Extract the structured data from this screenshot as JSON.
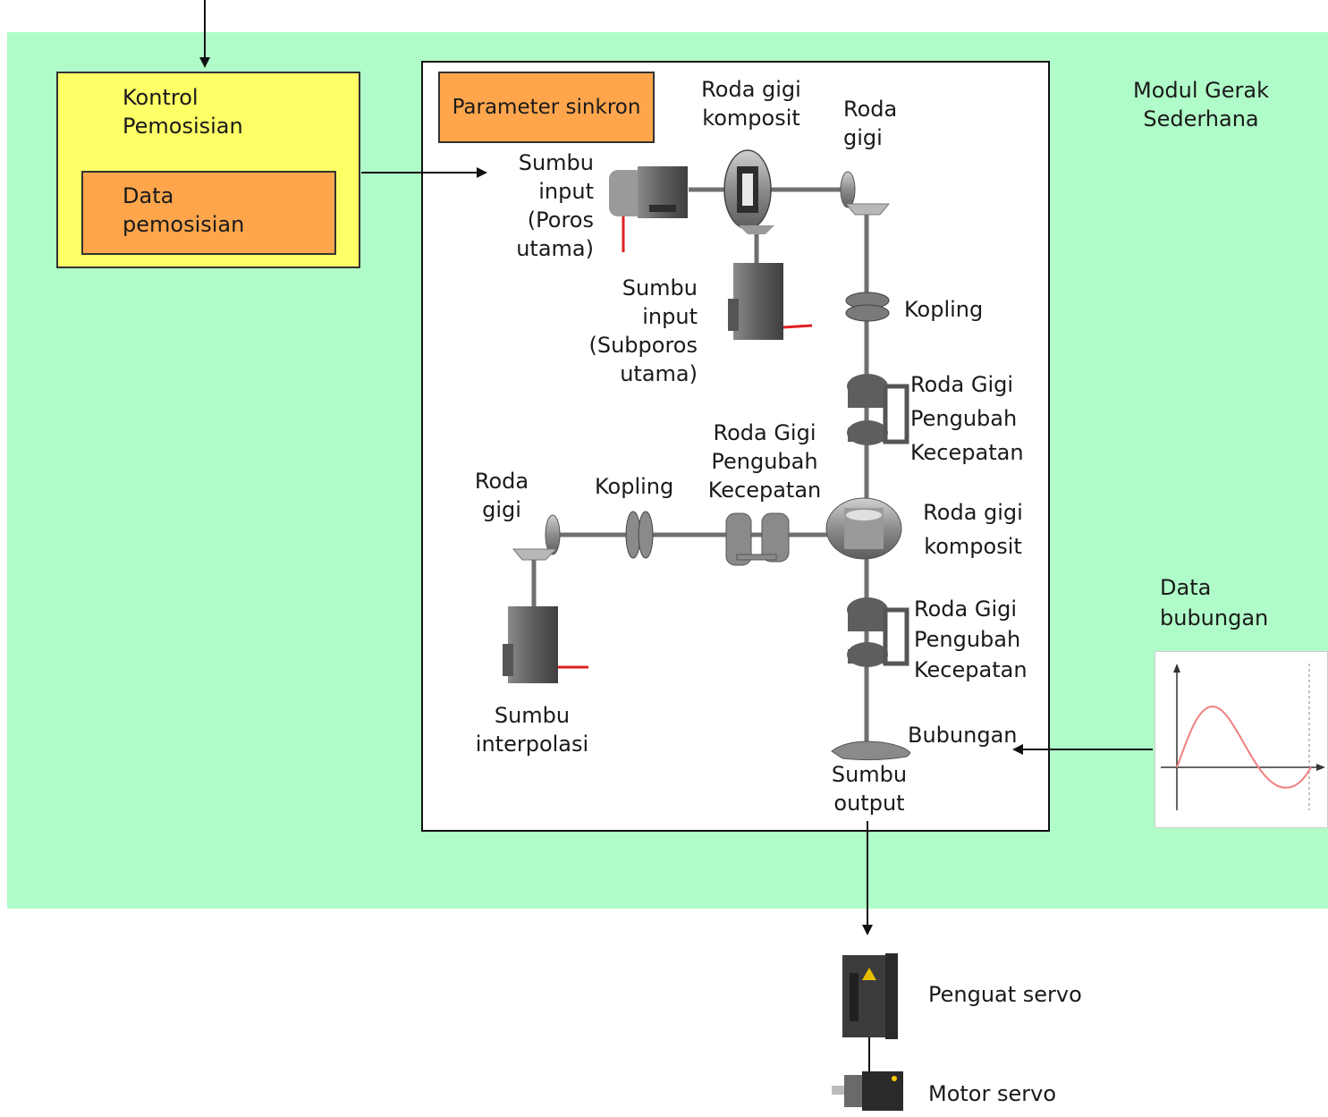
{
  "module": {
    "title": "Modul Gerak\nSederhana"
  },
  "positioning_control": {
    "title": "Kontrol\nPemosisian",
    "data_label": "Data\npemosisian"
  },
  "synchronous": {
    "parameter_label": "Parameter sinkron"
  },
  "labels": {
    "input_axis_main": "Sumbu\ninput\n(Poros\nutama)",
    "input_axis_sub": "Sumbu\ninput\n(Subporos\nutama)",
    "composite_gear_top": "Roda gigi\nkomposit",
    "gear_top": "Roda\ngigi",
    "clutch_right": "Kopling",
    "speed_change_gear_1": "Roda Gigi\nPengubah\nKecepatan",
    "speed_change_gear_mid": "Roda Gigi\nPengubah\nKecepatan",
    "gear_left": "Roda\ngigi",
    "clutch_left": "Kopling",
    "composite_gear_mid": "Roda gigi\nkomposit",
    "speed_change_gear_2": "Roda Gigi\nPengubah\nKecepatan",
    "interpolation_axis": "Sumbu\ninterpolasi",
    "cam": "Bubungan",
    "output_axis": "Sumbu\noutput"
  },
  "cam_data": {
    "label": "Data\nbubungan"
  },
  "devices": {
    "servo_amplifier": "Penguat servo",
    "servo_motor": "Motor servo"
  },
  "colors": {
    "module_bg": "#b0fcc8",
    "control_box": "#ffff66",
    "data_box": "#ffa64d",
    "cam_curve": "#f08080",
    "machine_gray": "#6e6e6e",
    "accent_red": "#e02020"
  }
}
